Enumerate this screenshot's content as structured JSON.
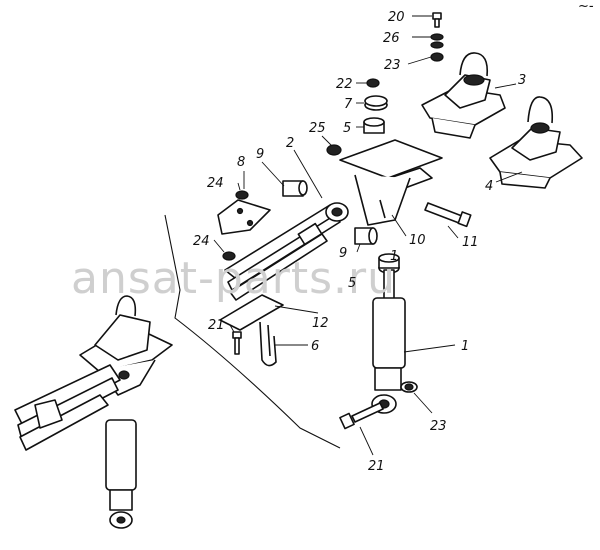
{
  "watermark": "ansat-parts.ru",
  "corner_mark": "~-",
  "callouts": [
    "20",
    "26",
    "23",
    "22",
    "3",
    "7",
    "25",
    "5",
    "2",
    "9",
    "8",
    "4",
    "24",
    "10",
    "11",
    "24",
    "9",
    "1",
    "5",
    "21",
    "12",
    "6",
    "1",
    "23",
    "21"
  ]
}
